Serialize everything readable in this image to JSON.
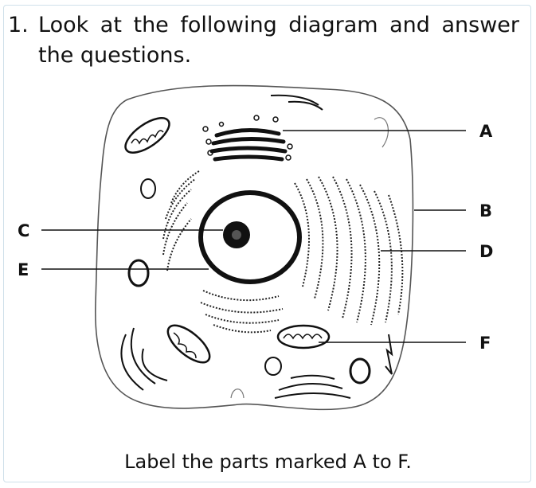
{
  "question": {
    "number": "1.",
    "line1": "Look at the following diagram and answer",
    "line2": "the questions."
  },
  "diagram": {
    "labels": {
      "a": "A",
      "b": "B",
      "c": "C",
      "d": "D",
      "e": "E",
      "f": "F"
    }
  },
  "instruction": "Label the parts marked A to F."
}
